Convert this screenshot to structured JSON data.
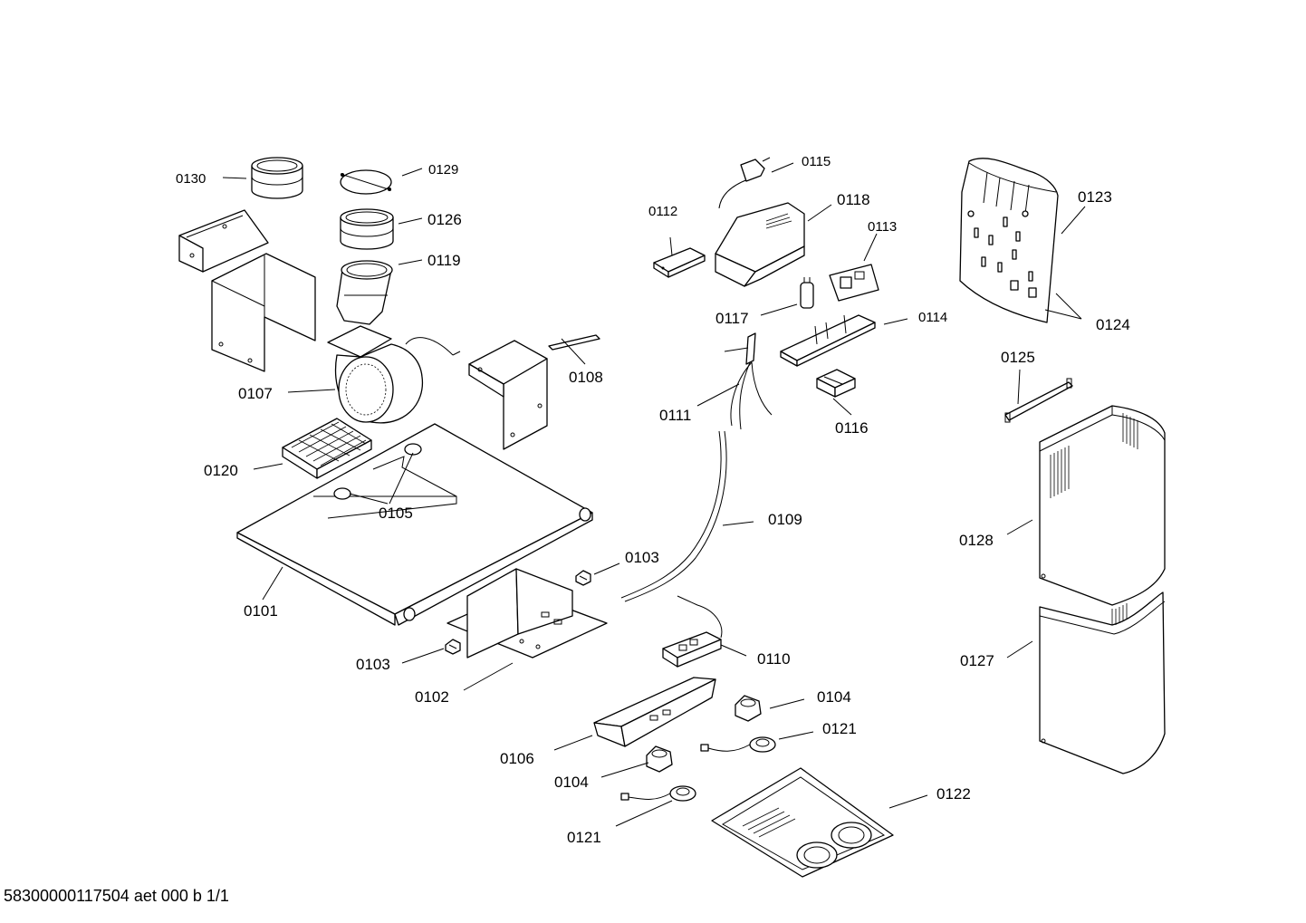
{
  "footer": {
    "doc_id": "58300000117504 aet 000 b 1/1"
  },
  "callouts": {
    "p0130": "0130",
    "p0129": "0129",
    "p0126": "0126",
    "p0119": "0119",
    "p0107": "0107",
    "p0108": "0108",
    "p0120": "0120",
    "p0105": "0105",
    "p0101": "0101",
    "p0103a": "0103",
    "p0103b": "0103",
    "p0102": "0102",
    "p0115": "0115",
    "p0112": "0112",
    "p0118": "0118",
    "p0113": "0113",
    "p0117": "0117",
    "p0114": "0114",
    "p0111": "0111",
    "p0116": "0116",
    "p0109": "0109",
    "p0110": "0110",
    "p0106": "0106",
    "p0104a": "0104",
    "p0104b": "0104",
    "p0121a": "0121",
    "p0121b": "0121",
    "p0122": "0122",
    "p0123": "0123",
    "p0124": "0124",
    "p0125": "0125",
    "p0128": "0128",
    "p0127": "0127"
  }
}
